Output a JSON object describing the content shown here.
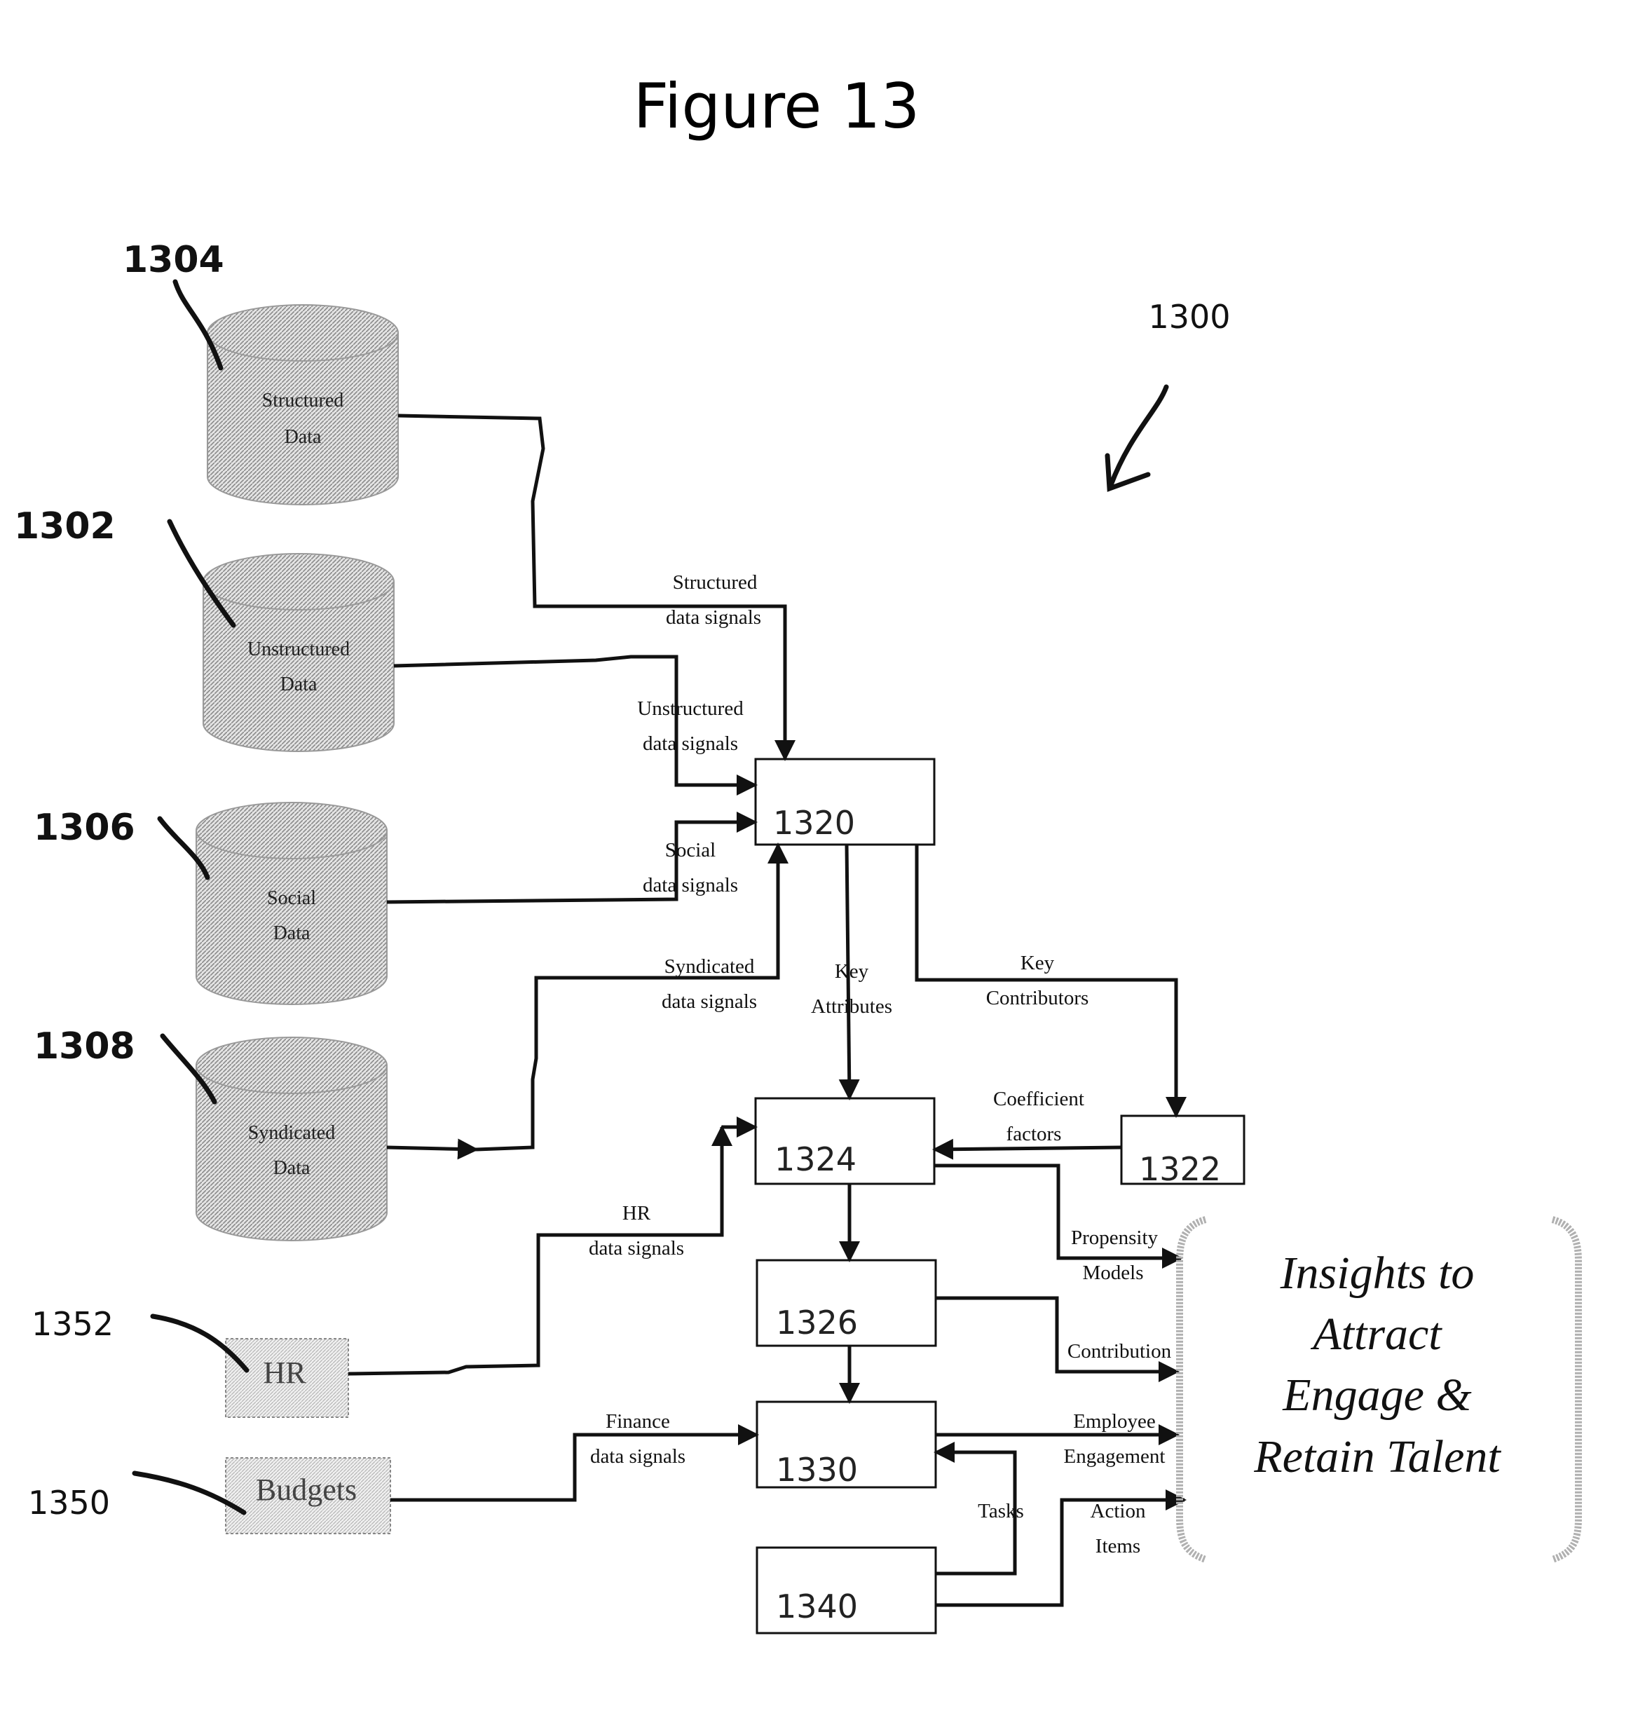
{
  "figure": {
    "title": "Figure 13",
    "ref": "1300"
  },
  "stores": [
    {
      "ref": "1304",
      "lines": [
        "Structured",
        "Data"
      ]
    },
    {
      "ref": "1302",
      "lines": [
        "Unstructured",
        "Data"
      ]
    },
    {
      "ref": "1306",
      "lines": [
        "Social",
        "Data"
      ]
    },
    {
      "ref": "1308",
      "lines": [
        "Syndicated",
        "Data"
      ]
    }
  ],
  "sources": [
    {
      "ref": "1352",
      "label": "HR"
    },
    {
      "ref": "1350",
      "label": "Budgets"
    }
  ],
  "boxes": [
    "1320",
    "1324",
    "1322",
    "1326",
    "1330",
    "1340"
  ],
  "edge_labels": {
    "structured": [
      "Structured",
      "data signals"
    ],
    "unstructured": [
      "Unstructured",
      "data signals"
    ],
    "social": [
      "Social",
      "data signals"
    ],
    "syndicated": [
      "Syndicated",
      "data signals"
    ],
    "key_attributes": [
      "Key",
      "Attributes"
    ],
    "key_contributors": [
      "Key",
      "Contributors"
    ],
    "coefficient": [
      "Coefficient",
      "factors"
    ],
    "hr": [
      "HR",
      "data signals"
    ],
    "propensity": [
      "Propensity",
      "Models"
    ],
    "contribution": [
      "Contribution"
    ],
    "finance": [
      "Finance",
      "data signals"
    ],
    "employee": [
      "Employee",
      "Engagement"
    ],
    "tasks": [
      "Tasks"
    ],
    "action": [
      "Action",
      "Items"
    ]
  },
  "insights": [
    "Insights to",
    "Attract",
    "Engage &",
    "Retain Talent"
  ]
}
